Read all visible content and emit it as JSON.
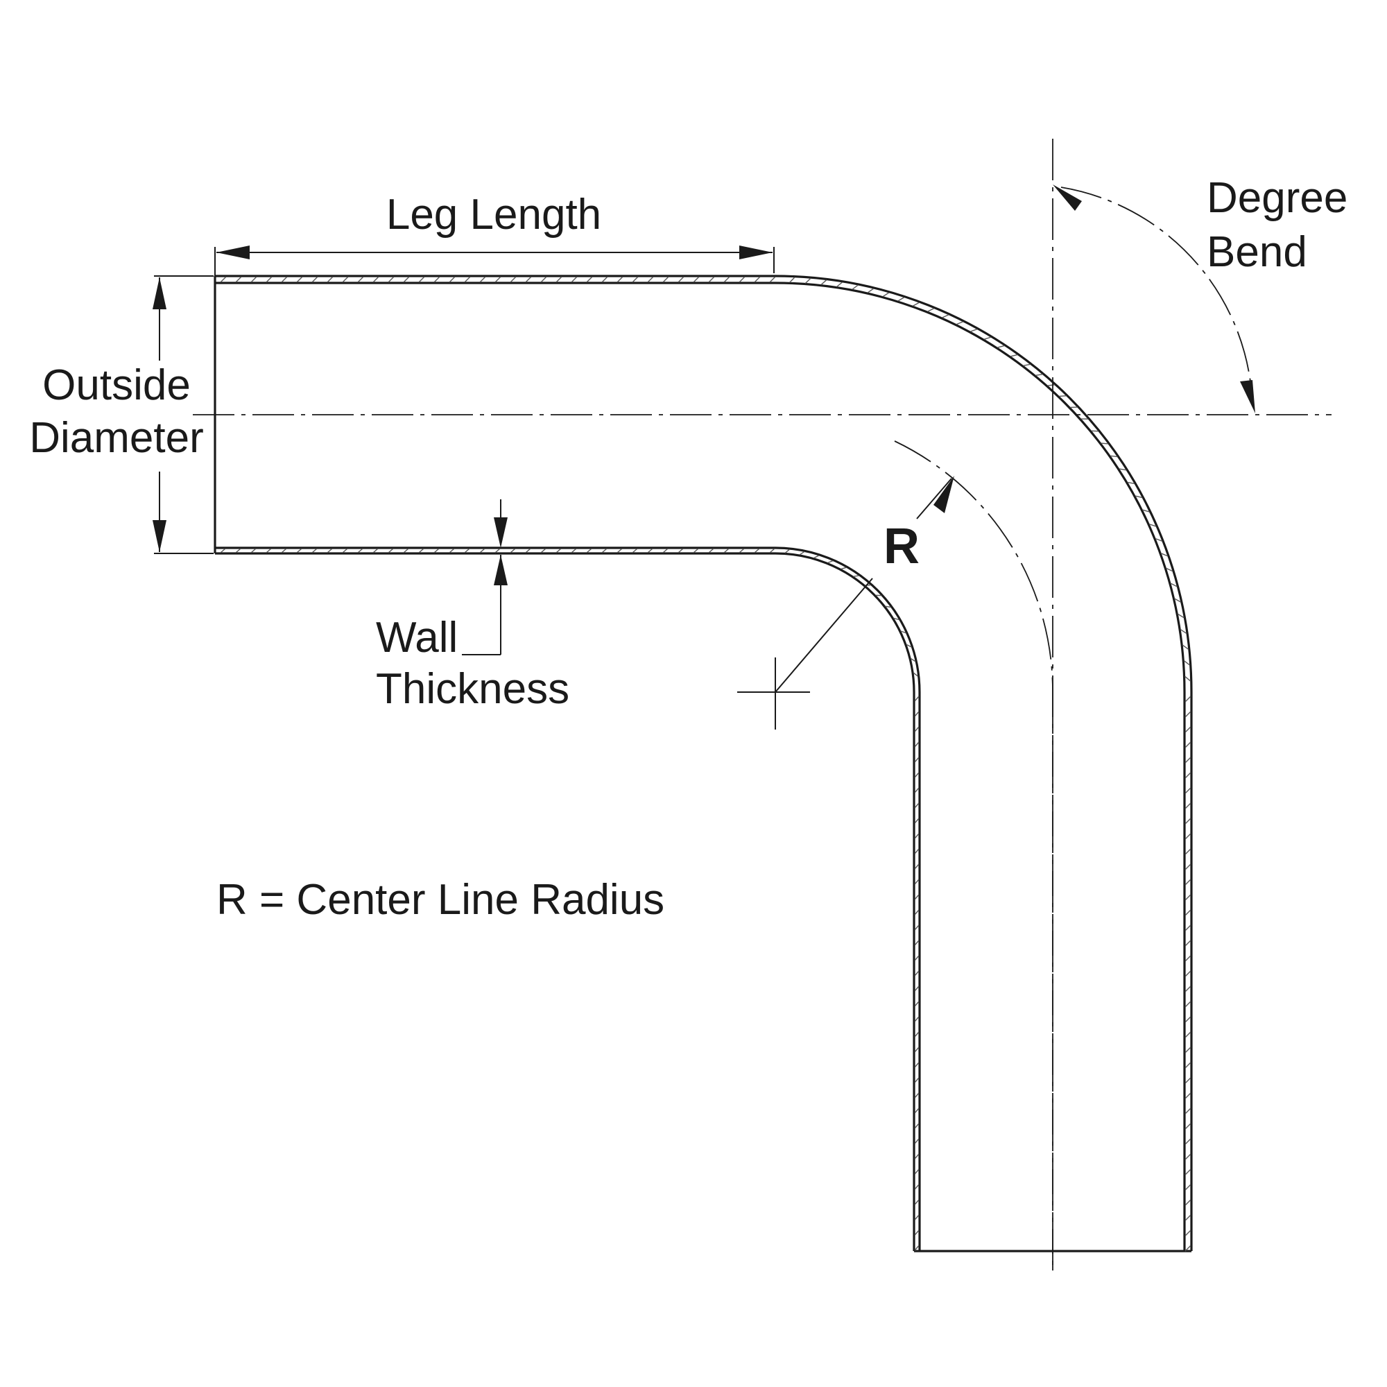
{
  "labels": {
    "leg_length": "Leg Length",
    "outside_diameter_line1": "Outside",
    "outside_diameter_line2": "Diameter",
    "degree_bend_line1": "Degree",
    "degree_bend_line2": "Bend",
    "radius_symbol": "R",
    "wall_thickness_line1": "Wall",
    "wall_thickness_line2": "Thickness",
    "legend": "R = Center Line Radius"
  },
  "colors": {
    "line": "#1a1a1a",
    "background": "#ffffff"
  }
}
